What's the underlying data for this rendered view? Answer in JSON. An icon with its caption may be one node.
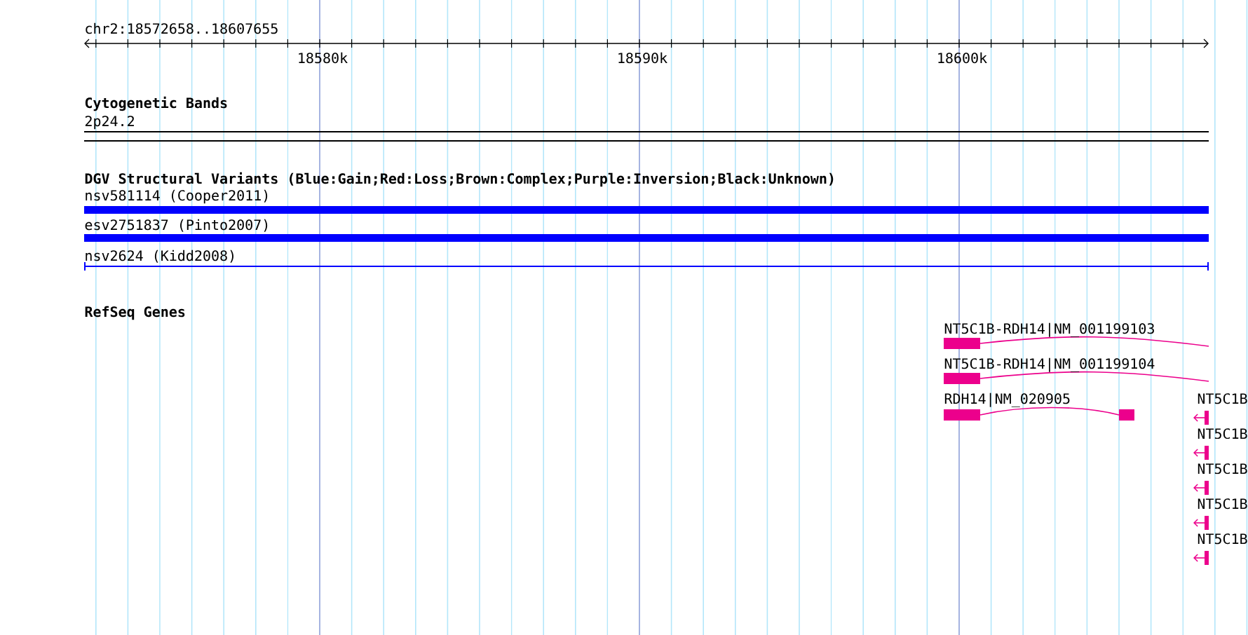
{
  "diagram": {
    "labels": [
      "chr2:18572658..18607655",
      "18580k",
      "18590k",
      "18600k",
      "Cytogenetic Bands",
      "2p24.2",
      "DGV Structural Variants (Blue:Gain;Red:Loss;Brown:Complex;Purple:Inversion;Black:Unknown)",
      "nsv581114 (Cooper2011)",
      "esv2751837 (Pinto2007)",
      "nsv2624 (Kidd2008)",
      "RefSeq Genes",
      "NT5C1B-RDH14|NM_001199103",
      "NT5C1B-RDH14|NM_001199104",
      "RDH14|NM_020905",
      "NT5C1B",
      "NT5C1B",
      "NT5C1B",
      "NT5C1B",
      "NT5C1B"
    ]
  }
}
